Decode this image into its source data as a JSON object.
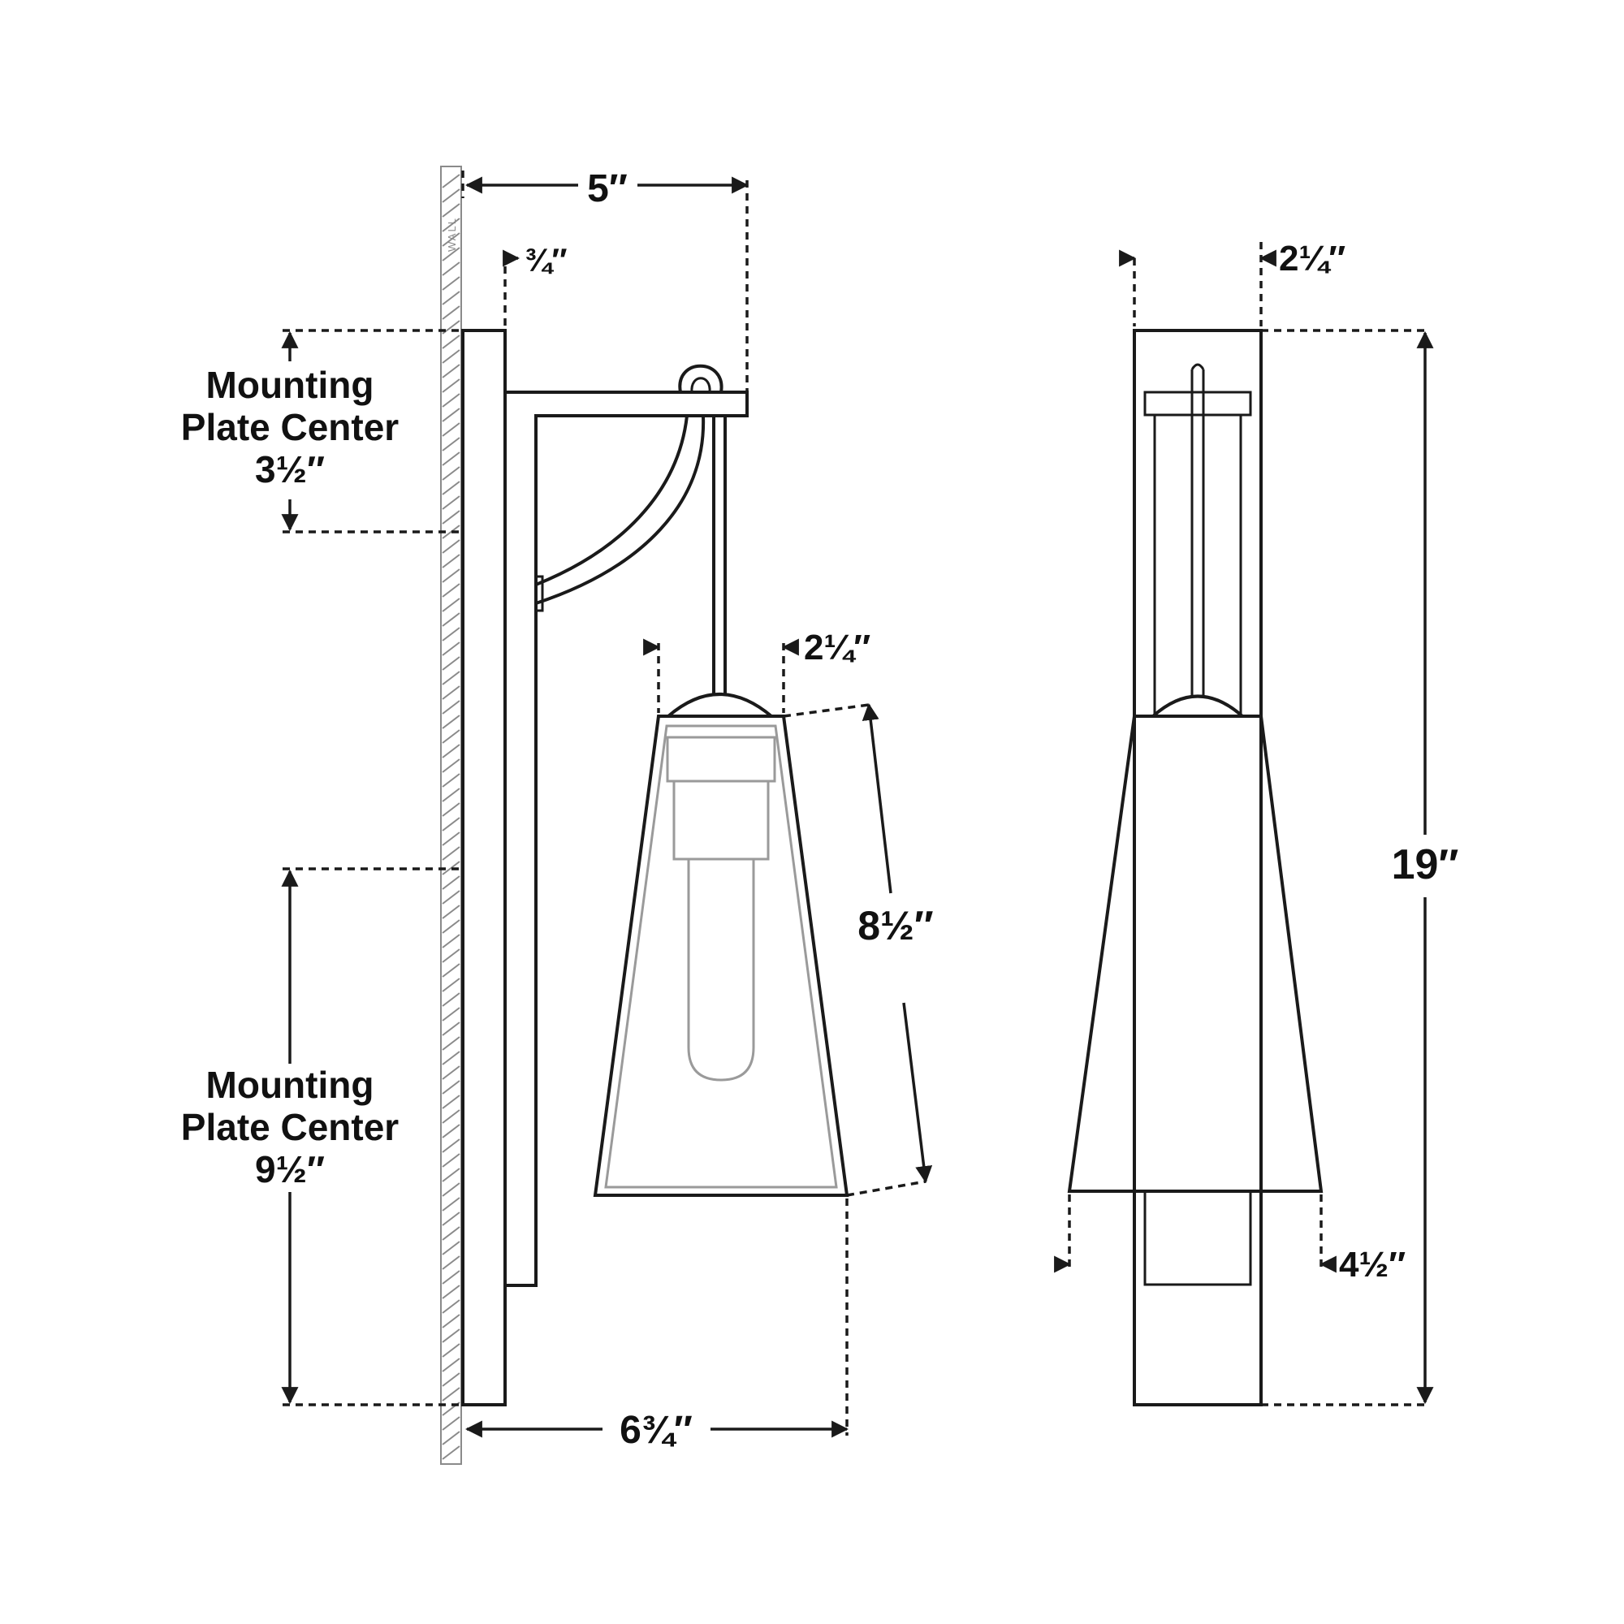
{
  "wall_label": "WALL",
  "dimensions": {
    "overall_depth_top": "5″",
    "backplate_depth": "¾″",
    "shade_top_width_side": "2¼″",
    "shade_height": "8½″",
    "overall_depth_bottom": "6¾″",
    "backplate_width_front": "2¼″",
    "overall_height": "19″",
    "shade_bottom_width_front": "4½″"
  },
  "mounting_upper": {
    "line1": "Mounting",
    "line2": "Plate Center",
    "value": "3½″"
  },
  "mounting_lower": {
    "line1": "Mounting",
    "line2": "Plate Center",
    "value": "9½″"
  }
}
